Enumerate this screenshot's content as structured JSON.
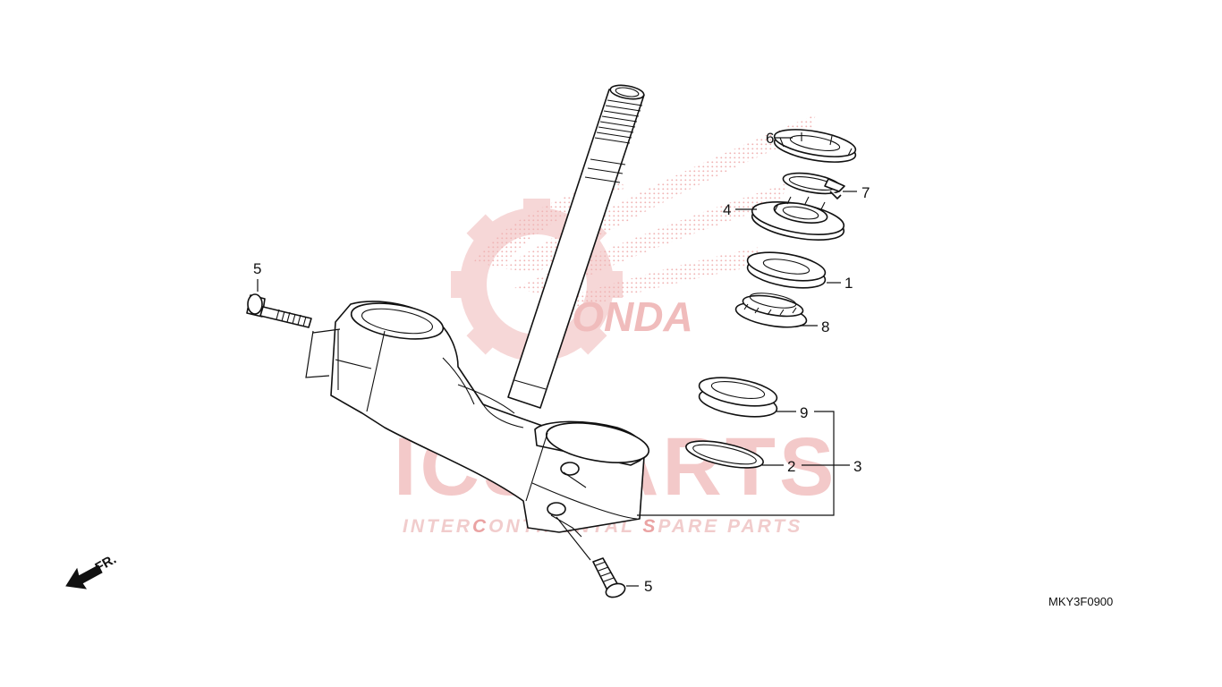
{
  "watermark": {
    "brand_text": "ICSPARTS",
    "brand_text_prefix": "ICS",
    "brand_text_suffix": "PARTS",
    "tagline_parts": [
      "INTER",
      "C",
      "ONTIN",
      "ENTAL ",
      "S",
      "PARE PARTS"
    ],
    "colors": {
      "logo": "#f3c6c6",
      "text": "#f1cccc",
      "accent": "#eaa3a3"
    }
  },
  "callouts": {
    "n1": "1",
    "n2": "2",
    "n3": "3",
    "n4": "4",
    "n5_left": "5",
    "n5_bottom": "5",
    "n6": "6",
    "n7": "7",
    "n8": "8",
    "n9": "9"
  },
  "front_indicator": {
    "label": "FR.",
    "icon": "arrow-left-down-icon"
  },
  "diagram_code": "MKY3F0900"
}
